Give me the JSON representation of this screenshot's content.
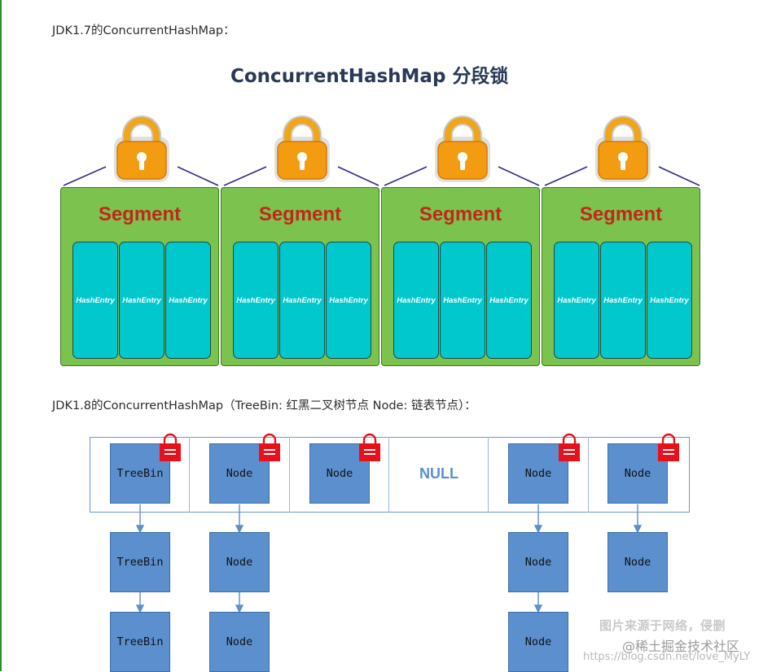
{
  "caption_jdk17": "JDK1.7的ConcurrentHashMap：",
  "diagram_title": "ConcurrentHashMap 分段锁",
  "segments": [
    {
      "label": "Segment",
      "entries": [
        "HashEntry",
        "HashEntry",
        "HashEntry"
      ]
    },
    {
      "label": "Segment",
      "entries": [
        "HashEntry",
        "HashEntry",
        "HashEntry"
      ]
    },
    {
      "label": "Segment",
      "entries": [
        "HashEntry",
        "HashEntry",
        "HashEntry"
      ]
    },
    {
      "label": "Segment",
      "entries": [
        "HashEntry",
        "HashEntry",
        "HashEntry"
      ]
    }
  ],
  "caption_jdk18": "JDK1.8的ConcurrentHashMap（TreeBin: 红黑二叉树节点 Node: 链表节点）：",
  "buckets": [
    {
      "head": "TreeBin",
      "chain": [
        "TreeBin",
        "TreeBin"
      ],
      "locked": true
    },
    {
      "head": "Node",
      "chain": [
        "Node",
        "Node"
      ],
      "locked": true
    },
    {
      "head": "Node",
      "chain": [],
      "locked": true
    },
    {
      "head": "NULL",
      "chain": [],
      "locked": false
    },
    {
      "head": "Node",
      "chain": [
        "Node",
        "Node"
      ],
      "locked": true
    },
    {
      "head": "Node",
      "chain": [
        "Node"
      ],
      "locked": true
    }
  ],
  "watermark": {
    "line1": "图片来源于网络，侵删",
    "line2": "@稀土掘金技术社区",
    "line3": "https://blog.csdn.net/love_MyLY"
  },
  "colors": {
    "segment_fill": "#7cc24f",
    "segment_label": "#c0281a",
    "hash_entry_fill": "#00c8cc",
    "lock_body": "#f39c12",
    "node_fill": "#5b8fcd",
    "mini_lock": "#e8101a"
  }
}
